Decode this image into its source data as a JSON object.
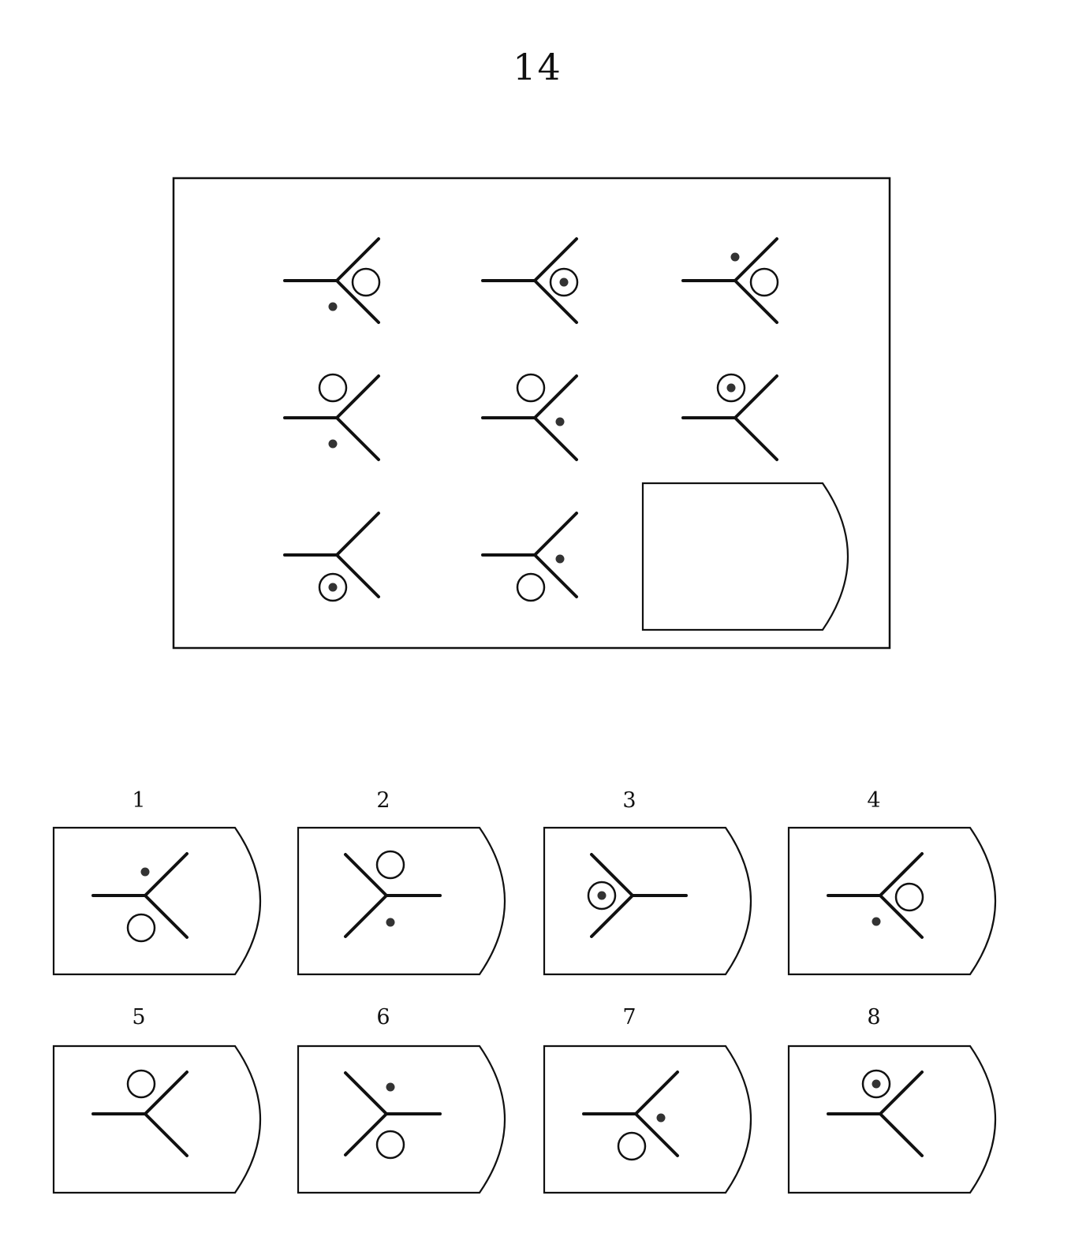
{
  "page": {
    "title": "14"
  },
  "colors": {
    "ink": "#111111",
    "background": "#ffffff",
    "dot": "#333333"
  },
  "matrix": {
    "cells": [
      {
        "circle": "right",
        "dot": "bottom",
        "nested": false
      },
      {
        "circle": "right",
        "dot": "right",
        "nested": true
      },
      {
        "circle": "right",
        "dot": "top",
        "nested": false
      },
      {
        "circle": "top",
        "dot": "bottom",
        "nested": false
      },
      {
        "circle": "top",
        "dot": "right",
        "nested": false
      },
      {
        "circle": "top",
        "dot": "top",
        "nested": true
      },
      {
        "circle": "bottom",
        "dot": "bottom",
        "nested": true
      },
      {
        "circle": "bottom",
        "dot": "right",
        "nested": false
      },
      {
        "blank": true
      }
    ]
  },
  "options": [
    {
      "number": "1",
      "orientation": "left-stem",
      "circle": "bottom",
      "dot": "top",
      "nested": false
    },
    {
      "number": "2",
      "orientation": "right-stem",
      "circle": "top",
      "dot": "bottom",
      "nested": false
    },
    {
      "number": "3",
      "orientation": "right-stem",
      "circle": "left",
      "dot": "left",
      "nested": true
    },
    {
      "number": "4",
      "orientation": "left-stem",
      "circle": "right",
      "dot": "bottom",
      "nested": false
    },
    {
      "number": "5",
      "orientation": "left-stem",
      "circle": "top",
      "dot": "none",
      "nested": false
    },
    {
      "number": "6",
      "orientation": "right-stem",
      "circle": "bottom",
      "dot": "top",
      "nested": false
    },
    {
      "number": "7",
      "orientation": "left-stem",
      "circle": "bottom",
      "dot": "right",
      "nested": false
    },
    {
      "number": "8",
      "orientation": "left-stem",
      "circle": "top",
      "dot": "top",
      "nested": true
    }
  ]
}
